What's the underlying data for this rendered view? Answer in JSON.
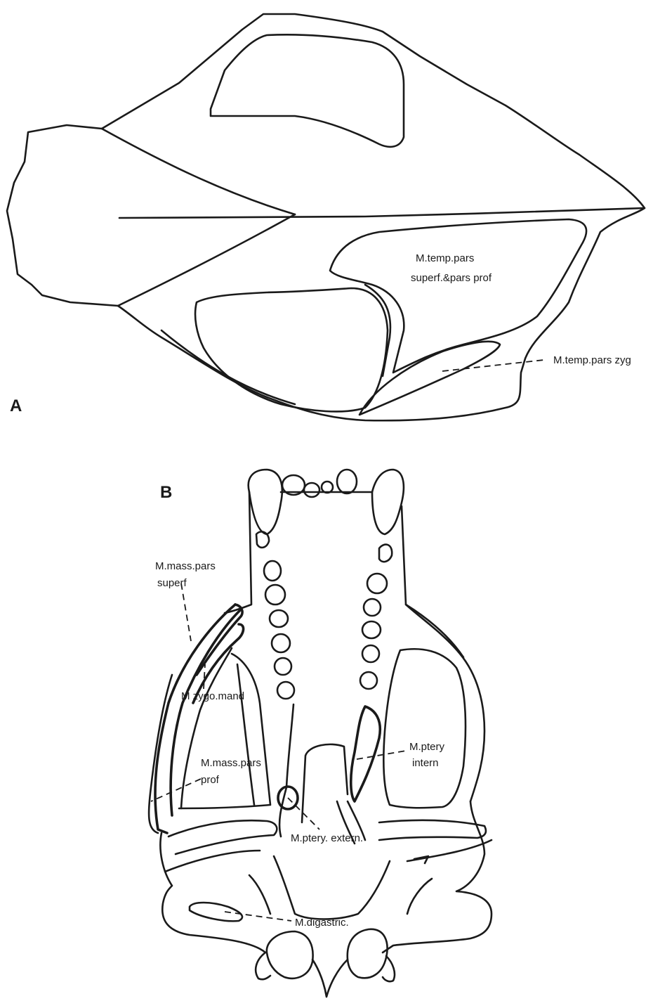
{
  "panels": {
    "a": "A",
    "b": "B"
  },
  "labels_a": {
    "temp_pars_line1": "M.temp.pars",
    "temp_pars_line2": "superf.&pars prof",
    "temp_pars_zyg": "M.temp.pars zyg"
  },
  "labels_b": {
    "mass_superf_line1": "M.mass.pars",
    "mass_superf_line2": "superf",
    "zygo_mand": "M  zygo.mand",
    "mass_prof_line1": "M.mass.pars",
    "mass_prof_line2": "prof",
    "ptery_extern": "M.ptery. extern.",
    "ptery_intern_line1": "M.ptery",
    "ptery_intern_line2": "intern",
    "digastric": "M.digastric."
  }
}
